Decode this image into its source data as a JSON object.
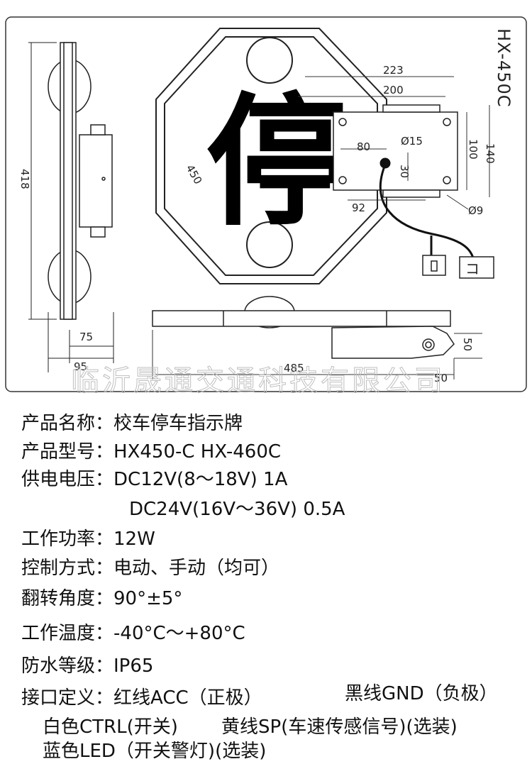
{
  "drawing": {
    "model_label": "HX-450C",
    "sign_character": "停",
    "watermark": "临沂晟通交通科技有限公司",
    "dims": {
      "d223": "223",
      "d200": "200",
      "d80": "80",
      "d15": "Ø15",
      "d30": "30",
      "d100": "100",
      "d140": "140",
      "d9": "Ø9",
      "d92": "92",
      "d418": "418",
      "d450": "450",
      "d75": "75",
      "d95": "95",
      "d485": "485",
      "d50a": "50",
      "d50b": "50"
    }
  },
  "specs": {
    "name_label": "产品名称：",
    "name_value": "校车停车指示牌",
    "model_label": "产品型号：",
    "model_value": "HX450-C  HX-460C",
    "voltage_label": "供电电压：",
    "voltage_value1": "DC12V(8～18V)   1A",
    "voltage_value2": "DC24V(16V～36V)    0.5A",
    "power_label": "工作功率：",
    "power_value": "12W",
    "control_label": "控制方式：",
    "control_value": "电动、手动（均可）",
    "angle_label": "翻转角度：",
    "angle_value": "90°±5°",
    "temp_label": "工作温度：",
    "temp_value": "-40°C～+80°C",
    "ip_label": "防水等级：",
    "ip_value": "IP65",
    "iface_label": "接口定义：",
    "iface_red": "红线ACC（正极）",
    "iface_black": "黑线GND（负极）",
    "iface_white": "白色CTRL(开关)",
    "iface_yellow": "黄线SP(车速传感信号)(选装)",
    "iface_blue": "蓝色LED（开关警灯)(选装)"
  }
}
